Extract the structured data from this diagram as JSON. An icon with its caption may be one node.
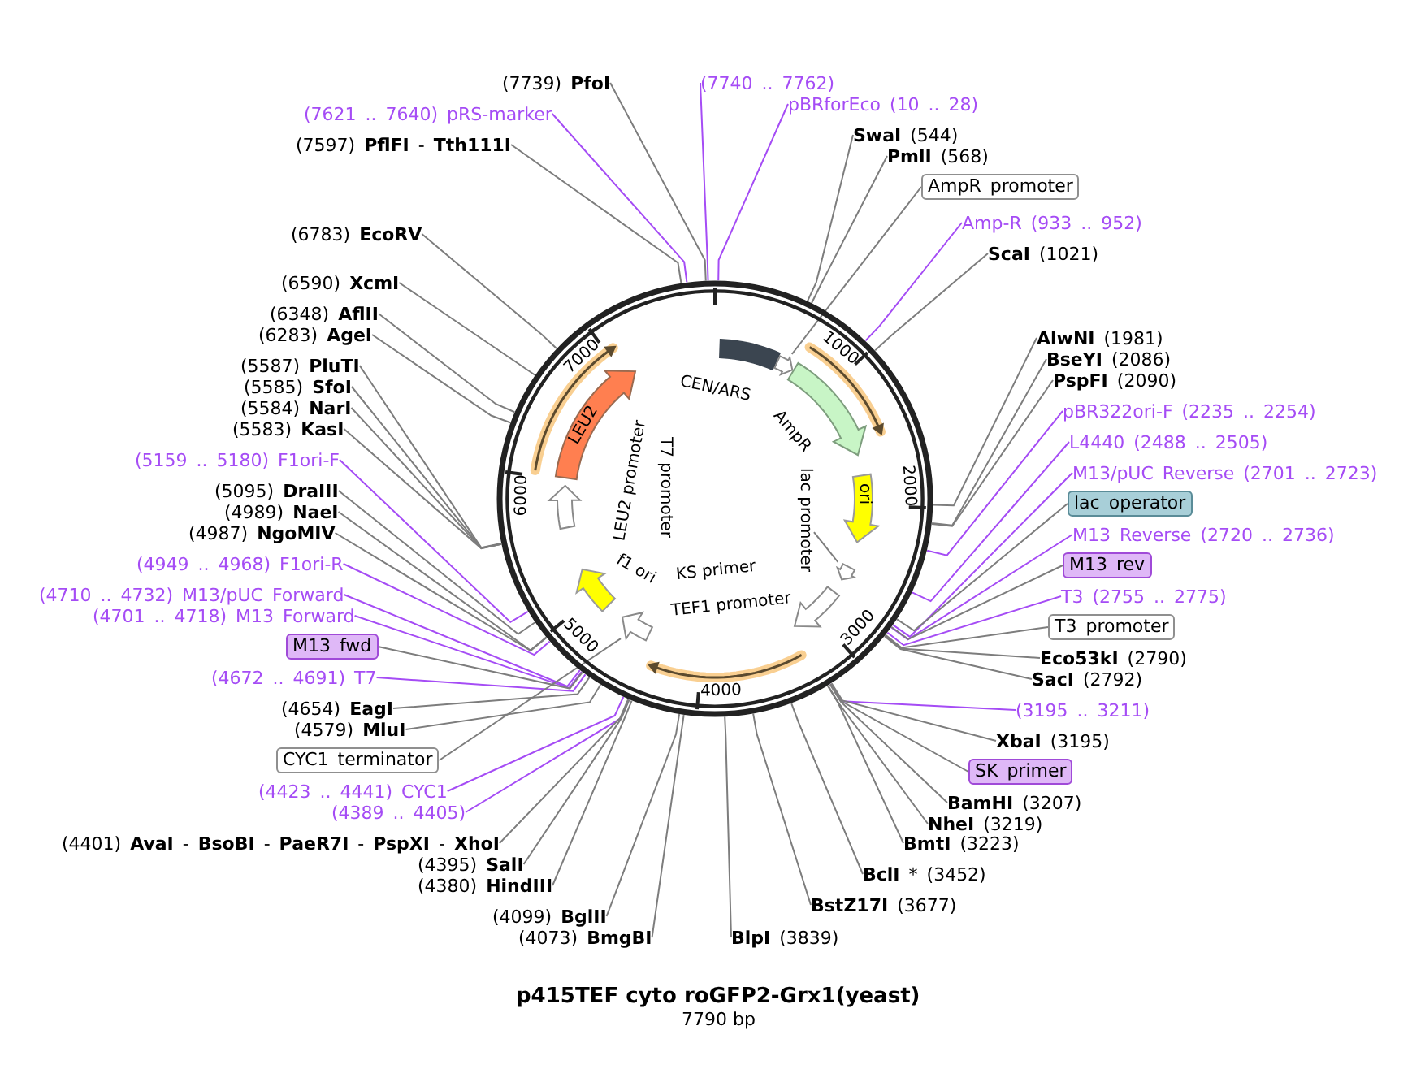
{
  "diagram": {
    "title": "p415TEF cyto roGFP2-Grx1(yeast)",
    "nodes": [
      {
        "text": [
          "(7739) **PfoI**"
        ]
      },
      {
        "text": [
          "(7621 .. 7640) pRS-marker"
        ]
      },
      {
        "text": [
          "(7597) **PflFI** - **Tth111I**"
        ]
      },
      {
        "text": [
          "(6783) **EcoRV**"
        ]
      },
      {
        "text": [
          "(6590) **XcmI**"
        ]
      },
      {
        "text": [
          "(6348) **AflII**"
        ]
      },
      {
        "text": [
          "(6283) **AgeI**"
        ]
      },
      {
        "text": [
          "(5587) **PluTI**"
        ]
      },
      {
        "text": [
          "(5585) **SfoI**"
        ]
      },
      {
        "text": [
          "(5584) **NarI**"
        ]
      },
      {
        "text": [
          "(5583) **KasI**"
        ]
      },
      {
        "text": [
          "(5159 .. 5180) F1ori-F"
        ]
      },
      {
        "text": [
          "(5095) **DraIII**"
        ]
      },
      {
        "text": [
          "(4989) **NaeI**"
        ]
      },
      {
        "text": [
          "(4987) **NgoMIV**"
        ]
      },
      {
        "text": [
          "(4949 .. 4968) F1ori-R"
        ]
      },
      {
        "text": [
          "(4710 .. 4732) M13/pUC Forward"
        ]
      },
      {
        "text": [
          "(4701 .. 4718) M13 Forward"
        ]
      },
      {
        "text": [
          "M13 fwd"
        ]
      },
      {
        "text": [
          "(4672 .. 4691) T7"
        ]
      },
      {
        "text": [
          "(4654) **EagI**"
        ]
      },
      {
        "text": [
          "(4579) **MluI**"
        ]
      },
      {
        "text": [
          "CYC1 terminator"
        ]
      },
      {
        "text": [
          "(4423 .. 4441) CYC1"
        ]
      },
      {
        "text": [
          "(4389 .. 4405)"
        ]
      },
      {
        "text": [
          "(4401) **AvaI** - **BsoBI** - **PaeR7I** - **PspXI** - **XhoI**"
        ]
      },
      {
        "text": [
          "(4395) **SalI**"
        ]
      },
      {
        "text": [
          "(4380) **HindIII**"
        ]
      },
      {
        "text": [
          "(4099) **BglII**"
        ]
      },
      {
        "text": [
          "(4073) **BmgBI**"
        ]
      },
      {
        "text": [
          "(7740 .. 7762)"
        ]
      },
      {
        "text": [
          "pBRforEco (10 .. 28)"
        ]
      },
      {
        "text": [
          "**SwaI** (544)"
        ]
      },
      {
        "text": [
          "**PmlI** (568)"
        ]
      },
      {
        "text": [
          "AmpR promoter"
        ]
      },
      {
        "text": [
          "Amp-R (933 .. 952)"
        ]
      },
      {
        "text": [
          "**ScaI** (1021)"
        ]
      },
      {
        "text": [
          "**AlwNI** (1981)"
        ]
      },
      {
        "text": [
          "**BseYI** (2086)"
        ]
      },
      {
        "text": [
          "**PspFI** (2090)"
        ]
      },
      {
        "text": [
          "pBR322ori-F (2235 .. 2254)"
        ]
      },
      {
        "text": [
          "L4440 (2488 .. 2505)"
        ]
      },
      {
        "text": [
          "M13/pUC Reverse (2701 .. 2723)"
        ]
      },
      {
        "text": [
          "lac operator"
        ]
      },
      {
        "text": [
          "M13 Reverse (2720 .. 2736)"
        ]
      },
      {
        "text": [
          "M13 rev"
        ]
      },
      {
        "text": [
          "T3 (2755 .. 2775)"
        ]
      },
      {
        "text": [
          "T3 promoter"
        ]
      },
      {
        "text": [
          "**Eco53kI** (2790)"
        ]
      },
      {
        "text": [
          "**SacI** (2792)"
        ]
      },
      {
        "text": [
          "(3195 .. 3211)"
        ]
      },
      {
        "text": [
          "**XbaI** (3195)"
        ]
      },
      {
        "text": [
          "SK primer"
        ]
      },
      {
        "text": [
          "**BamHI** (3207)"
        ]
      },
      {
        "text": [
          "**NheI** (3219)"
        ]
      },
      {
        "text": [
          "**BmtI** (3223)"
        ]
      },
      {
        "text": [
          "**BclI** * (3452)"
        ]
      },
      {
        "text": [
          "**BstZ17I** (3677)"
        ]
      },
      {
        "text": [
          "**BlpI** (3839)"
        ]
      },
      {
        "text": [],
        "shape": "circle"
      },
      {
        "text": [],
        "shape": "bar",
        "beside": [
          "CEN/ARS"
        ],
        "in": 59
      },
      {
        "text": [],
        "shape": "arrow",
        "in": 59
      },
      {
        "text": [],
        "shape": "arrow",
        "beside": [
          "AmpR"
        ],
        "in": 59
      },
      {
        "text": [],
        "shape": "arrow",
        "in": 59
      },
      {
        "text": [
          "ori"
        ],
        "in": 59
      },
      {
        "text": [
          "lac promoter"
        ],
        "in": 59
      },
      {
        "text": [],
        "shape": "arrow",
        "in": 59
      },
      {
        "text": [],
        "shape": "arrow",
        "beside": [
          "TEF1 promoter"
        ],
        "in": 59
      },
      {
        "text": [],
        "shape": "arrow",
        "in": 59
      },
      {
        "text": [],
        "shape": "arrow",
        "in": 59
      },
      {
        "text": [],
        "shape": "arrow",
        "beside": [
          "f1 ori"
        ],
        "in": 59
      },
      {
        "text": [],
        "shape": "arrow",
        "in": 59
      },
      {
        "text": [
          "LEU2"
        ],
        "in": 59
      },
      {
        "text": [],
        "shape": "arrow",
        "in": 59
      }
    ],
    "edges": [
      {
        "from": 0,
        "to": 59,
        "arrow": "none"
      },
      {
        "from": 1,
        "to": 59,
        "arrow": "none",
        "color": "#a54cf5"
      },
      {
        "from": 2,
        "to": 59,
        "arrow": "none"
      },
      {
        "from": 3,
        "to": 59,
        "arrow": "none"
      },
      {
        "from": 4,
        "to": 59,
        "arrow": "none"
      },
      {
        "from": 5,
        "to": 59,
        "arrow": "none"
      },
      {
        "from": 6,
        "to": 59,
        "arrow": "none"
      },
      {
        "from": 7,
        "to": 59,
        "arrow": "none"
      },
      {
        "from": 8,
        "to": 59,
        "arrow": "none"
      },
      {
        "from": 9,
        "to": 59,
        "arrow": "none"
      },
      {
        "from": 10,
        "to": 59,
        "arrow": "none"
      },
      {
        "from": 11,
        "to": 59,
        "arrow": "none",
        "color": "#a54cf5"
      },
      {
        "from": 12,
        "to": 59,
        "arrow": "none"
      },
      {
        "from": 13,
        "to": 59,
        "arrow": "none"
      },
      {
        "from": 14,
        "to": 59,
        "arrow": "none"
      },
      {
        "from": 15,
        "to": 59,
        "arrow": "none",
        "color": "#a54cf5"
      },
      {
        "from": 16,
        "to": 59,
        "arrow": "none",
        "color": "#a54cf5"
      },
      {
        "from": 17,
        "to": 59,
        "arrow": "none",
        "color": "#a54cf5"
      },
      {
        "from": 18,
        "to": 59,
        "arrow": "none"
      },
      {
        "from": 19,
        "to": 59,
        "arrow": "none",
        "color": "#a54cf5"
      },
      {
        "from": 20,
        "to": 59,
        "arrow": "none"
      },
      {
        "from": 21,
        "to": 59,
        "arrow": "none"
      },
      {
        "from": 22,
        "to": 69,
        "arrow": "none"
      },
      {
        "from": 23,
        "to": 59,
        "arrow": "none",
        "color": "#a54cf5"
      },
      {
        "from": 24,
        "to": 59,
        "arrow": "none",
        "color": "#a54cf5"
      },
      {
        "from": 25,
        "to": 59,
        "arrow": "none"
      },
      {
        "from": 26,
        "to": 59,
        "arrow": "none"
      },
      {
        "from": 27,
        "to": 59,
        "arrow": "none"
      },
      {
        "from": 28,
        "to": 59,
        "arrow": "none"
      },
      {
        "from": 29,
        "to": 59,
        "arrow": "none"
      },
      {
        "from": 30,
        "to": 59,
        "arrow": "none",
        "color": "#a54cf5"
      },
      {
        "from": 31,
        "to": 59,
        "arrow": "none",
        "color": "#a54cf5"
      },
      {
        "from": 32,
        "to": 59,
        "arrow": "none"
      },
      {
        "from": 33,
        "to": 59,
        "arrow": "none"
      },
      {
        "from": 34,
        "to": 61,
        "arrow": "none"
      },
      {
        "from": 35,
        "to": 59,
        "arrow": "none",
        "color": "#a54cf5"
      },
      {
        "from": 36,
        "to": 59,
        "arrow": "none"
      },
      {
        "from": 37,
        "to": 59,
        "arrow": "none"
      },
      {
        "from": 38,
        "to": 59,
        "arrow": "none"
      },
      {
        "from": 39,
        "to": 59,
        "arrow": "none"
      },
      {
        "from": 40,
        "to": 59,
        "arrow": "none",
        "color": "#a54cf5"
      },
      {
        "from": 41,
        "to": 59,
        "arrow": "none",
        "color": "#a54cf5"
      },
      {
        "from": 42,
        "to": 59,
        "arrow": "none",
        "color": "#a54cf5"
      },
      {
        "from": 43,
        "to": 59,
        "arrow": "none"
      },
      {
        "from": 44,
        "to": 59,
        "arrow": "none",
        "color": "#a54cf5"
      },
      {
        "from": 45,
        "to": 59,
        "arrow": "none"
      },
      {
        "from": 46,
        "to": 59,
        "arrow": "none",
        "color": "#a54cf5"
      },
      {
        "from": 47,
        "to": 59,
        "arrow": "none"
      },
      {
        "from": 48,
        "to": 59,
        "arrow": "none"
      },
      {
        "from": 49,
        "to": 59,
        "arrow": "none"
      },
      {
        "from": 50,
        "to": 59,
        "arrow": "none",
        "color": "#a54cf5"
      },
      {
        "from": 51,
        "to": 59,
        "arrow": "none"
      },
      {
        "from": 52,
        "to": 59,
        "arrow": "none"
      },
      {
        "from": 53,
        "to": 59,
        "arrow": "none"
      },
      {
        "from": 54,
        "to": 59,
        "arrow": "none"
      },
      {
        "from": 55,
        "to": 59,
        "arrow": "none"
      },
      {
        "from": 56,
        "to": 59,
        "arrow": "none"
      },
      {
        "from": 57,
        "to": 59,
        "arrow": "none"
      },
      {
        "from": 58,
        "to": 59,
        "arrow": "none"
      },
      {
        "from": 65,
        "to": 66,
        "arrow": "none"
      }
    ],
    "labels": [
      "1000",
      "2000",
      "3000",
      "4000",
      "5000",
      "6000",
      "7000",
      "LEU2 promoter",
      "T7 promoter",
      "KS primer",
      "7790 bp"
    ]
  }
}
